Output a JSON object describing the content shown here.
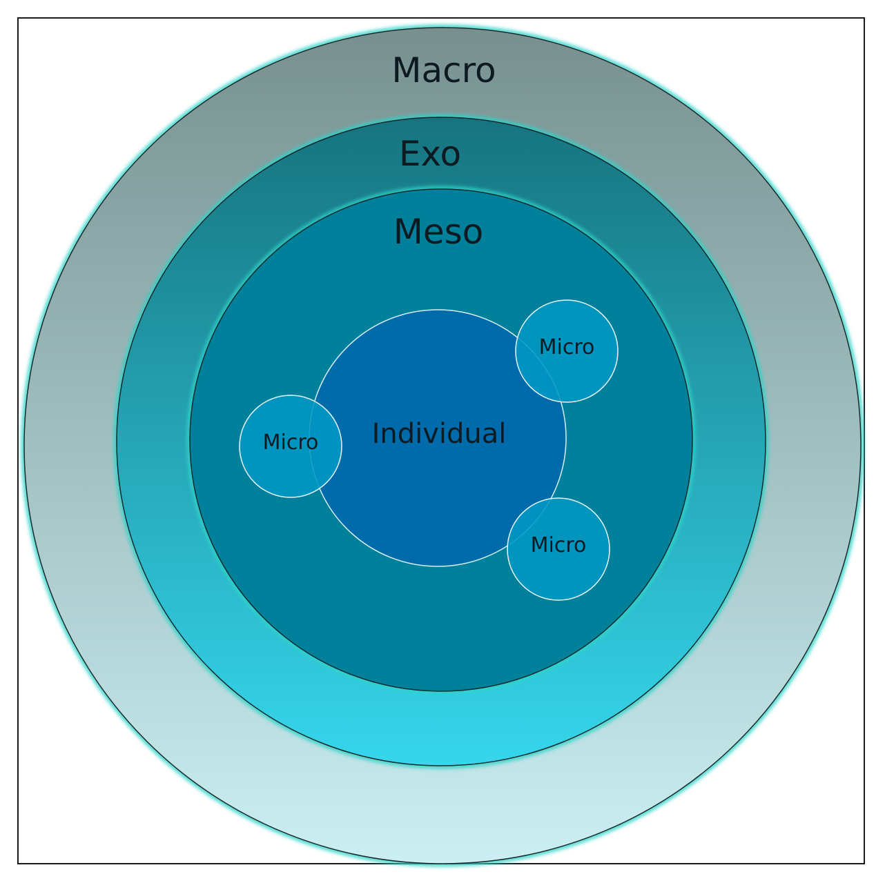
{
  "diagram": {
    "rings": [
      {
        "id": "macro",
        "label": "Macro"
      },
      {
        "id": "exo",
        "label": "Exo"
      },
      {
        "id": "meso",
        "label": "Meso"
      }
    ],
    "center": {
      "label": "Individual"
    },
    "satellites": [
      {
        "id": "micro-top-right",
        "label": "Micro"
      },
      {
        "id": "micro-left",
        "label": "Micro"
      },
      {
        "id": "micro-bottom-right",
        "label": "Micro"
      }
    ],
    "colors": {
      "macro_top": "#77908F",
      "macro_bottom": "#CBEFF3",
      "exo_top": "#16747F",
      "exo_bottom": "#36D6EC",
      "meso": "#00809A",
      "individual": "#006BAA",
      "micro": "#0097C4",
      "ring_glow": "#2ED3C8"
    }
  }
}
